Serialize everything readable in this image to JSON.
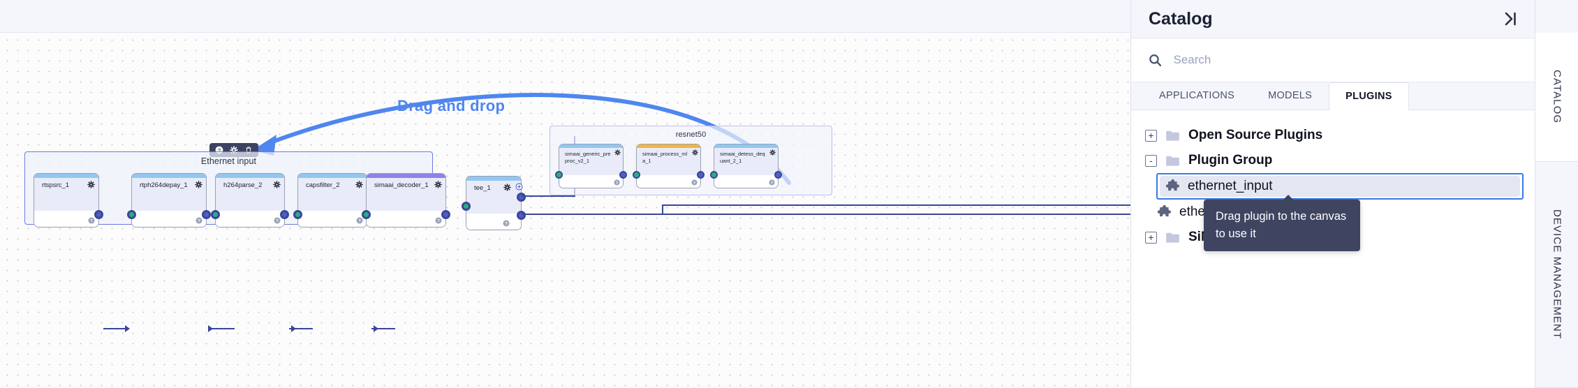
{
  "canvas": {
    "annotation": {
      "label": "Drag and drop"
    },
    "node_toolbar": {
      "icons": [
        "help-circle-icon",
        "gear-icon",
        "trash-icon"
      ]
    },
    "groups": [
      {
        "id": "ethernet-input-group",
        "title": "Ethernet input",
        "nodes": [
          {
            "name": "rtspsrc_1",
            "accent": "blue",
            "has_input": false,
            "has_output": true
          },
          {
            "name": "rtph264depay_1",
            "accent": "blue",
            "has_input": true,
            "has_output": true
          },
          {
            "name": "h264parse_2",
            "accent": "blue",
            "has_input": true,
            "has_output": true
          },
          {
            "name": "capsfilter_2",
            "accent": "blue",
            "has_input": true,
            "has_output": true
          },
          {
            "name": "simaai_decoder_1",
            "accent": "purple",
            "has_input": true,
            "has_output": true
          }
        ]
      },
      {
        "id": "resnet50-group",
        "title": "resnet50",
        "nodes": [
          {
            "name": "simaai_generic_preproc_v2_1",
            "accent": "blue",
            "has_input": true,
            "has_output": true
          },
          {
            "name": "simaai_process_mla_1",
            "accent": "orange",
            "has_input": true,
            "has_output": true
          },
          {
            "name": "simaai_detess_dequant_2_1",
            "accent": "blue",
            "has_input": true,
            "has_output": true
          }
        ]
      }
    ],
    "standalone_nodes": [
      {
        "name": "tee_1",
        "accent": "blue",
        "has_input": true,
        "outputs": 2
      }
    ]
  },
  "panel": {
    "title": "Catalog",
    "collapse_icon": "collapse-panel-icon",
    "search": {
      "placeholder": "Search",
      "value": "",
      "icon": "search-icon"
    },
    "tabs": [
      {
        "label": "APPLICATIONS",
        "active": false
      },
      {
        "label": "MODELS",
        "active": false
      },
      {
        "label": "PLUGINS",
        "active": true
      }
    ],
    "tree": [
      {
        "label": "Open Source Plugins",
        "type": "folder",
        "toggle": "+",
        "expanded": false,
        "selected": false
      },
      {
        "label": "Plugin Group",
        "type": "folder",
        "toggle": "-",
        "expanded": true,
        "selected": false
      },
      {
        "label": "ethernet_input",
        "type": "plugin",
        "selected": true
      },
      {
        "label": "ethernet_output",
        "type": "plugin",
        "selected": false
      },
      {
        "label": "SiMa Plugins",
        "type": "folder",
        "toggle": "+",
        "expanded": false,
        "selected": false
      }
    ],
    "tooltip": {
      "text": "Drag plugin to the canvas to use it"
    }
  },
  "vertical_tabs": [
    {
      "label": "CATALOG",
      "active": true
    },
    {
      "label": "DEVICE MANAGEMENT",
      "active": false
    }
  ],
  "colors": {
    "accent_blue": "#4f86ef",
    "edge": "#3a4699",
    "port_in": "#29b07a",
    "port_out": "#4f5fc4",
    "selection": "#3b79e8",
    "tooltip_bg": "#3f4561"
  }
}
